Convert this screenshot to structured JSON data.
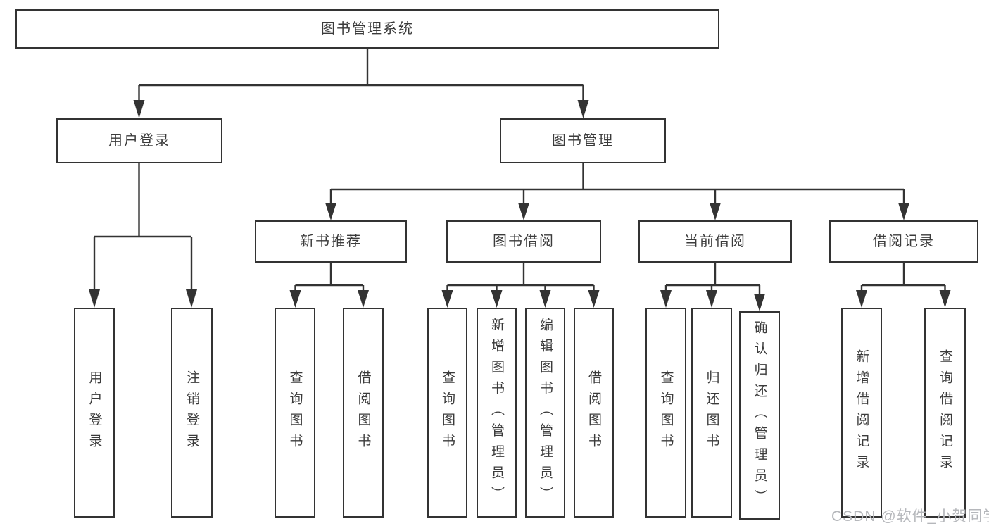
{
  "colors": {
    "line": "#333333",
    "node_border": "#333333",
    "node_text": "#3b3b3b",
    "background": "#ffffff",
    "watermark_text": "#b5b7bb"
  },
  "nodes": {
    "root": "图书管理系统",
    "user_login": "用户登录",
    "book_mgmt": "图书管理",
    "new_book_rec": "新书推荐",
    "book_borrow": "图书借阅",
    "current_borrow": "当前借阅",
    "borrow_records": "借阅记录",
    "leaf_user_login": "用户登录",
    "leaf_logout": "注销登录",
    "leaf_nb_query": "查询图书",
    "leaf_nb_borrow": "借阅图书",
    "leaf_bb_query": "查询图书",
    "leaf_bb_add": "新增图书（管理员）",
    "leaf_bb_edit": "编辑图书（管理员）",
    "leaf_bb_borrow": "借阅图书",
    "leaf_cb_query": "查询图书",
    "leaf_cb_return": "归还图书",
    "leaf_cb_confirm": "确认归还（管理员）",
    "leaf_br_add": "新增借阅记录",
    "leaf_br_query": "查询借阅记录"
  },
  "watermark": {
    "text": "CSDN @软件_小贺同学"
  }
}
